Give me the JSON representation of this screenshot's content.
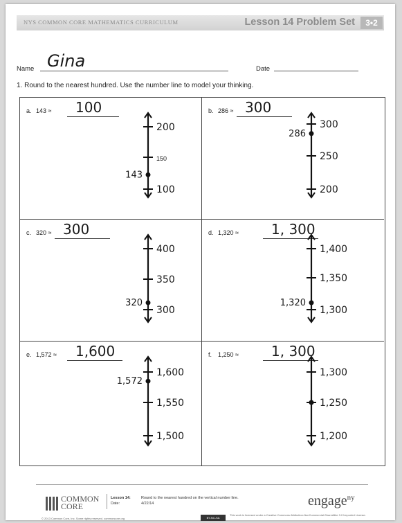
{
  "header": {
    "curriculum": "NYS COMMON CORE MATHEMATICS CURRICULUM",
    "lesson": "Lesson 14 Problem Set",
    "badge": "3•2"
  },
  "student": {
    "name_label": "Name",
    "name_value": "Gina",
    "date_label": "Date"
  },
  "question": "1.   Round to the nearest hundred.  Use the number line to model your thinking.",
  "problems": [
    {
      "letter": "a.",
      "expr": "143 ≈",
      "answer": "100",
      "top": "200",
      "mid": "150",
      "bottom": "100",
      "point": "143",
      "point_pos": "low"
    },
    {
      "letter": "b.",
      "expr": "286 ≈",
      "answer": "300",
      "top": "300",
      "mid": "250",
      "bottom": "200",
      "point": "286",
      "point_pos": "high"
    },
    {
      "letter": "c.",
      "expr": "320 ≈",
      "answer": "300",
      "top": "400",
      "mid": "350",
      "bottom": "300",
      "point": "320",
      "point_pos": "low"
    },
    {
      "letter": "d.",
      "expr": "1,320 ≈",
      "answer": "1, 300",
      "top": "1,400",
      "mid": "1,350",
      "bottom": "1,300",
      "point": "1,320",
      "point_pos": "low"
    },
    {
      "letter": "e.",
      "expr": "1,572 ≈",
      "answer": "1,600",
      "top": "1,600",
      "mid": "1,550",
      "bottom": "1,500",
      "point": "1,572",
      "point_pos": "high"
    },
    {
      "letter": "f.",
      "expr": "1,250 ≈",
      "answer": "1, 300",
      "top": "1,300",
      "mid": "1,250",
      "bottom": "1,200",
      "point": "",
      "point_pos": "mid"
    }
  ],
  "footer": {
    "logo_line1": "COMMON",
    "logo_line2": "CORE",
    "lesson_label": "Lesson 14:",
    "date_label": "Date:",
    "desc": "Round to the nearest hundred on the vertical number line.",
    "date": "4/22/14",
    "brand": "engage",
    "brand_sup": "ny",
    "copyright": "© 2013 Common Core, Inc. Some rights reserved. commoncore.org",
    "license_badge": "BY-NC-SA",
    "license_text": "This work is licensed under a Creative Commons Attribution-NonCommercial-ShareAlike 3.0 Unported License."
  }
}
